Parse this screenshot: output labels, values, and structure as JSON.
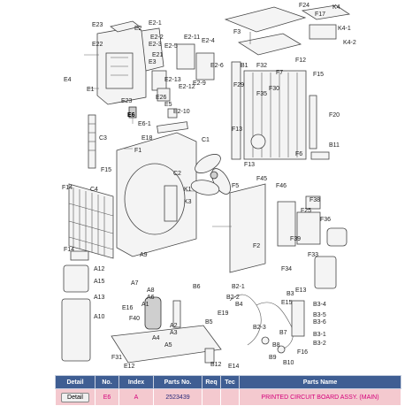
{
  "diagram": {
    "labels": [
      "E23",
      "E2",
      "E2-1",
      "E2-2",
      "E2-3",
      "E2-4",
      "E2-11",
      "E21",
      "E2-5",
      "E3",
      "E2-13",
      "E2-12",
      "E2-9",
      "E2-6",
      "E22",
      "E1",
      "E4",
      "E23",
      "E26",
      "E5",
      "E6-1",
      "E2-10",
      "E18",
      "C1",
      "C2",
      "C3",
      "F1",
      "F14",
      "C4",
      "F15",
      "F24",
      "F17",
      "K4",
      "K4-1",
      "K4-2",
      "F3",
      "F12",
      "F15",
      "B1",
      "F32",
      "F7",
      "F29",
      "F35",
      "F30",
      "F13",
      "F20",
      "F6",
      "B11",
      "F13",
      "F5",
      "F45",
      "F46",
      "F38",
      "F36",
      "F25",
      "F39",
      "F33",
      "F34",
      "F2",
      "K1",
      "K3",
      "F14",
      "A12",
      "A15",
      "A13",
      "A10",
      "A9",
      "A7",
      "A8",
      "A6",
      "A1",
      "A2",
      "A3",
      "A4",
      "A5",
      "E16",
      "F40",
      "F31",
      "E12",
      "B6",
      "B5",
      "B4",
      "B2-1",
      "B2-2",
      "B2-3",
      "B3-4",
      "B3-5",
      "B3-6",
      "B3-1",
      "B3-2",
      "B3",
      "E13",
      "E15",
      "E19",
      "B7",
      "B8",
      "F16",
      "B9",
      "B10",
      "B12",
      "E14"
    ],
    "highlight_label": "E6"
  },
  "table": {
    "headers": [
      "Detail",
      "No.",
      "Index",
      "Parts No.",
      "Req",
      "Tec",
      "Parts Name"
    ],
    "row": {
      "detail_button": "Detail",
      "no": "E6",
      "index": "A",
      "parts_no": "2523439",
      "req": "",
      "tec": "",
      "parts_name": "PRINTED CIRCUIT BOARD ASSY. (MAIN)"
    }
  }
}
